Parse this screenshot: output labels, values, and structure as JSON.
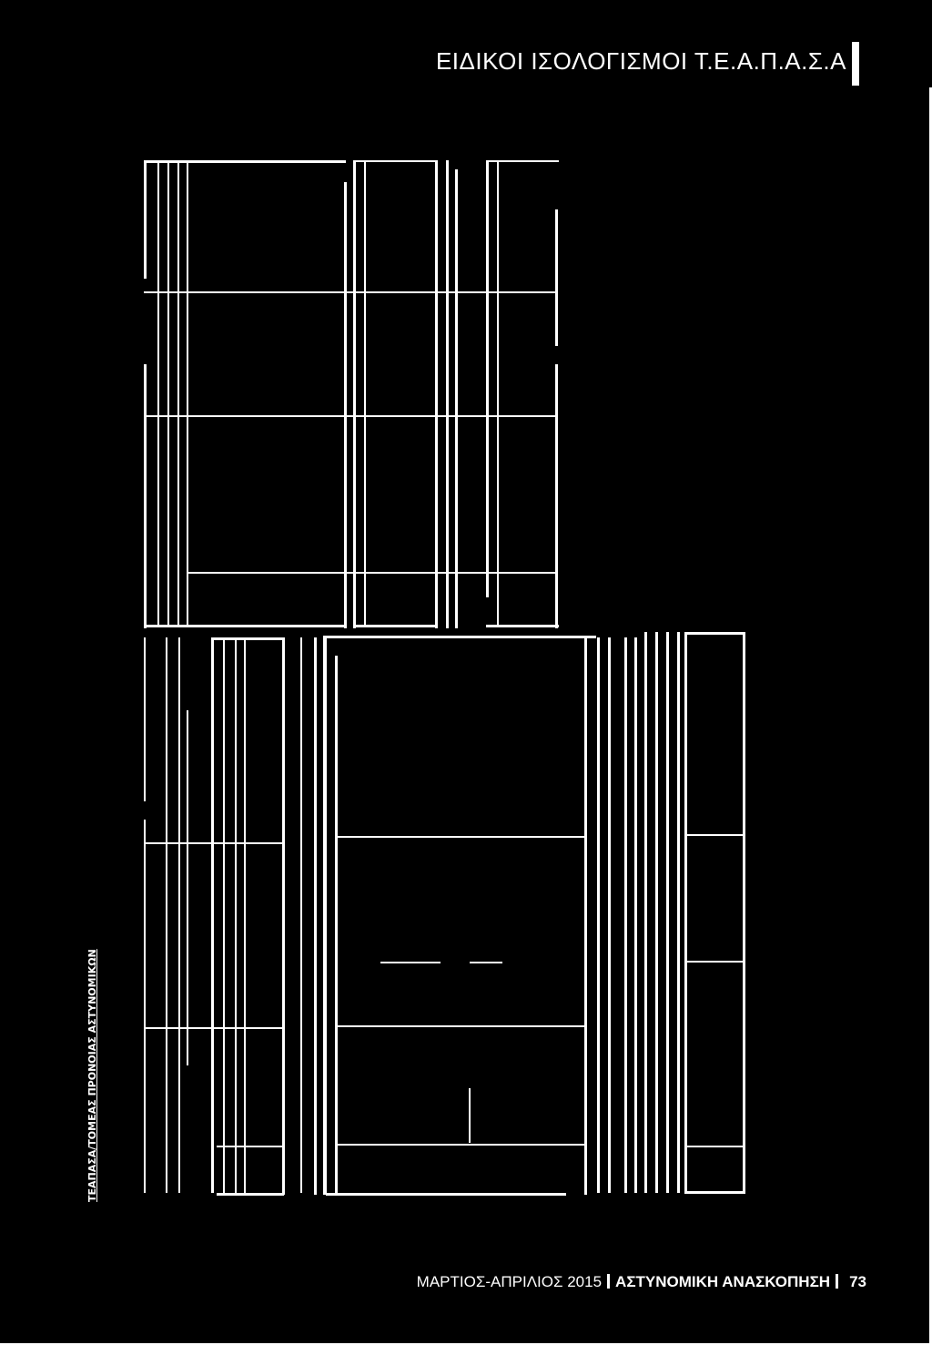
{
  "header": {
    "title": "ΕΙΔΙΚΟΙ ΙΣΟΛΟΓΙΣΜΟΙ Τ.Ε.Α.Π.Α.Σ.Α"
  },
  "side_label": "ΤΕΑΠΑΣΑ/ΤΟΜΕΑΣ ΠΡΟΝΟΙΑΣ ΑΣΤΥΝΟΜΙΚΩΝ",
  "footer": {
    "issue": "ΜΑΡΤΙΟΣ-ΑΠΡΙΛΙΟΣ 2015",
    "magazine": "ΑΣΤΥΝΟΜΙΚΗ ΑΝΑΣΚΟΠΗΣΗ",
    "page_number": "73"
  }
}
